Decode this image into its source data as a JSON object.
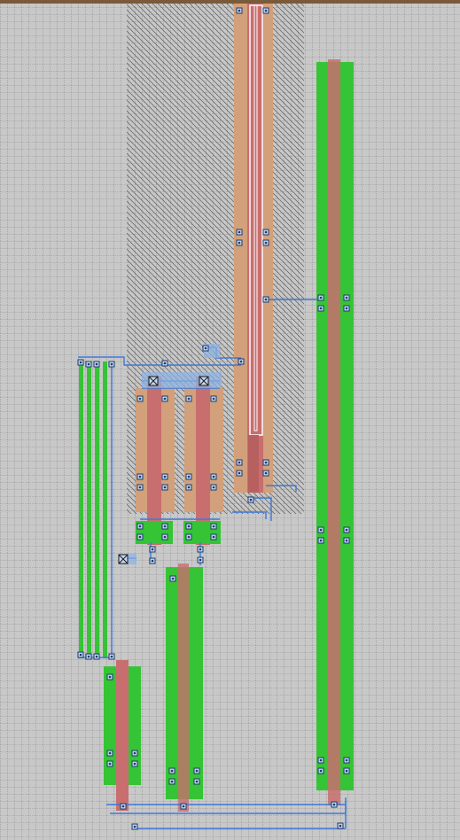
{
  "title": "",
  "colors": {
    "background": "#c8c8c8",
    "grid": "#6e6e6e",
    "diffusion": "#35c435",
    "pwell": "#d2a07a",
    "poly": "#c86e6e",
    "metal": "#8cb4e6",
    "metal_line": "#3c78d8",
    "contact": "#1a3a6a",
    "hatch": "#505050"
  },
  "layers": [
    "diffusion",
    "pwell",
    "poly",
    "metal",
    "contact",
    "hatch"
  ]
}
